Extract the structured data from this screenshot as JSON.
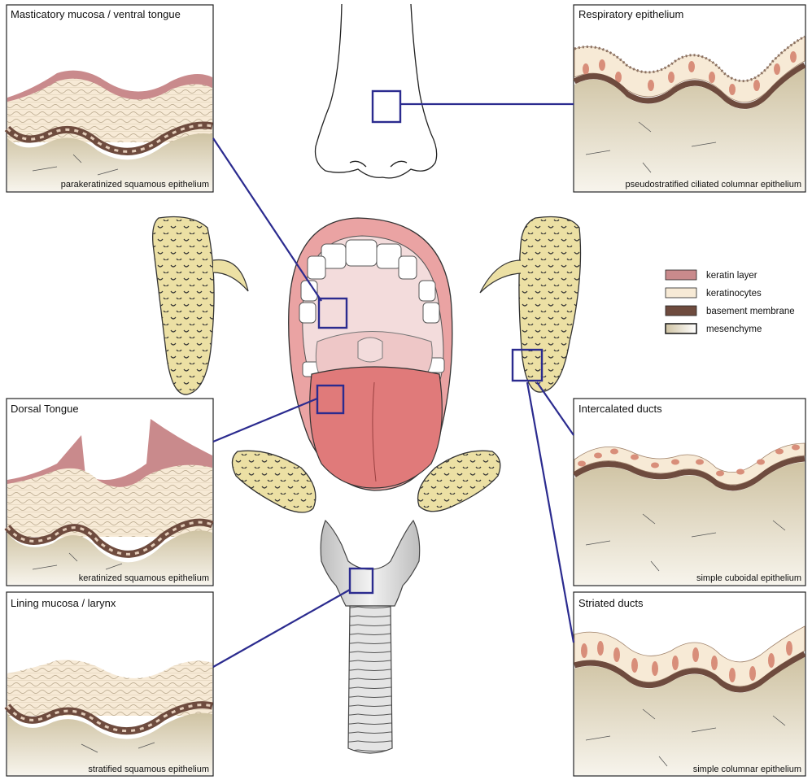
{
  "panels": {
    "masticatory": {
      "title": "Masticatory mucosa / ventral tongue",
      "caption": "parakeratinized squamous epithelium"
    },
    "dorsal": {
      "title": "Dorsal Tongue",
      "caption": "keratinized squamous epithelium"
    },
    "lining": {
      "title": "Lining mucosa / larynx",
      "caption": "stratified squamous epithelium"
    },
    "respiratory": {
      "title": "Respiratory epithelium",
      "caption": "pseudostratified ciliated columnar epithelium"
    },
    "intercalated": {
      "title": "Intercalated ducts",
      "caption": "simple cuboidal epithelium"
    },
    "striated": {
      "title": "Striated ducts",
      "caption": "simple columnar epithelium"
    }
  },
  "legend": [
    {
      "label": "keratin layer",
      "color": "#c98a8c"
    },
    {
      "label": "keratinocytes",
      "color": "#f7ead6"
    },
    {
      "label": "basement membrane",
      "color": "#6e4b3e"
    },
    {
      "label": "mesenchyme",
      "color": "#d9cfb4"
    }
  ],
  "colors": {
    "connector": "#2b2b8f",
    "keratin": "#c98a8c",
    "keratinocyte": "#f7ead6",
    "basement": "#6e4b3e",
    "mesenchyme": "#e3dcc6",
    "gland": "#ece0a4",
    "tongue": "#e07a7a",
    "lip": "#eaa3a3",
    "palate": "#f3dcdc"
  }
}
